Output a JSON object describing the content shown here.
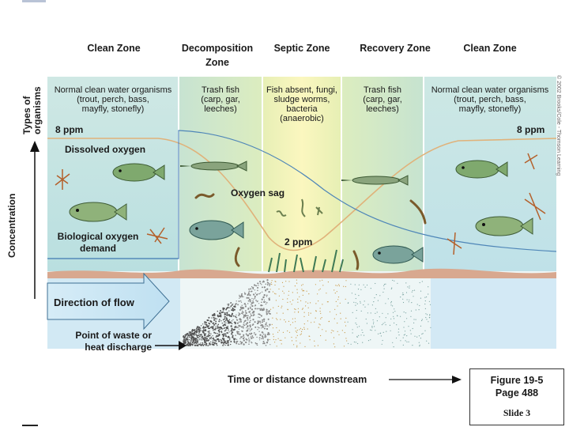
{
  "zones": [
    {
      "name": "Clean Zone",
      "description": [
        "Normal clean water organisms",
        "(trout, perch, bass,",
        "mayfly, stonefly)"
      ]
    },
    {
      "name": "Decomposition Zone",
      "name_lines": [
        "Decomposition",
        "Zone"
      ],
      "description": [
        "Trash fish",
        "(carp, gar,",
        "leeches)"
      ]
    },
    {
      "name": "Septic Zone",
      "description": [
        "Fish absent, fungi,",
        "sludge worms,",
        "bacteria",
        "(anaerobic)"
      ]
    },
    {
      "name": "Recovery Zone",
      "description": [
        "Trash fish",
        "(carp, gar,",
        "leeches)"
      ]
    },
    {
      "name": "Clean Zone",
      "description": [
        "Normal clean water organisms",
        "(trout, perch, bass,",
        "mayfly, stonefly)"
      ]
    }
  ],
  "y_axis": {
    "types_label": [
      "Types of",
      "organisms"
    ],
    "concentration_label": "Concentration"
  },
  "labels": {
    "ppm_left": "8 ppm",
    "ppm_right": "8 ppm",
    "ppm_min": "2 ppm",
    "dissolved_oxygen": "Dissolved oxygen",
    "oxygen_sag": "Oxygen sag",
    "bod": [
      "Biological oxygen",
      "demand"
    ],
    "direction_of_flow": "Direction of flow",
    "discharge": [
      "Point of waste or",
      "heat discharge"
    ],
    "x_axis": "Time or distance downstream"
  },
  "figure_box": {
    "figure": "Figure 19-5",
    "page": "Page 488",
    "slide": "Slide 3"
  },
  "copyright": "© 2002 Brooks/Cole - Thomson Learning",
  "colors": {
    "clean": "#cfe8e4",
    "decomposition": "#d9ebc8",
    "septic": "#f6f3b5",
    "recovery": "#d7ebc4",
    "do_curve": "#e0b27a",
    "bod_curve": "#4f86b8",
    "flow_arrow": "#c9e4f2",
    "sediment": "#d8a88f"
  }
}
